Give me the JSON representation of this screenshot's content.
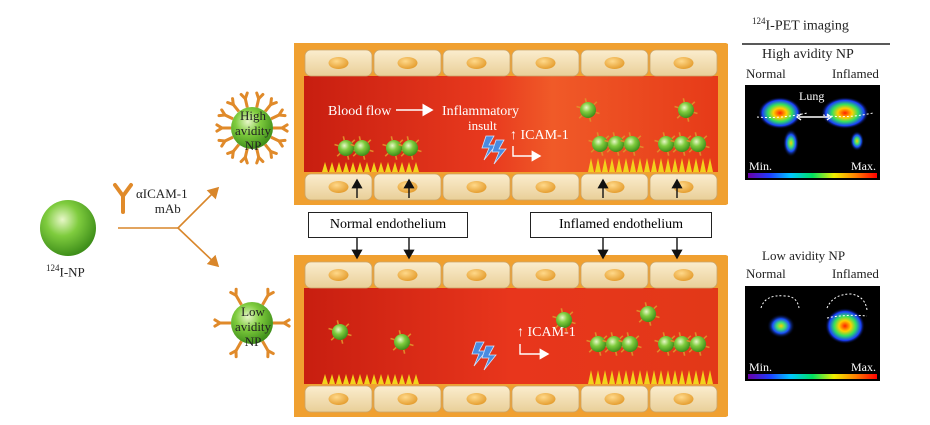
{
  "np_source": {
    "sup": "124",
    "label": "I-NP"
  },
  "antibody": {
    "line1": "αICAM-1",
    "line2": "mAb"
  },
  "high_np": {
    "line1": "High",
    "line2": "avidity",
    "line3": "NP"
  },
  "low_np": {
    "line1": "Low",
    "line2": "avidity",
    "line3": "NP"
  },
  "vessel_top": {
    "blood_flow": "Blood flow",
    "inflammatory": "Inflammatory",
    "insult": "insult",
    "icam": "ICAM-1"
  },
  "vessel_bottom": {
    "icam": "ICAM-1"
  },
  "normal_endothelium": "Normal endothelium",
  "inflamed_endothelium": "Inflamed endothelium",
  "pet": {
    "title_sup": "124",
    "title": "I-PET imaging",
    "high_label": "High avidity NP",
    "low_label": "Low avidity NP",
    "normal": "Normal",
    "inflamed": "Inflamed",
    "lung": "Lung",
    "min": "Min.",
    "max": "Max."
  },
  "colors": {
    "vessel_orange": "#f0a030",
    "blood_red": "#e8321e",
    "cell_tan": "#f2dcae",
    "np_green": "#6bbf3a",
    "antibody_orange": "#e08a2a",
    "icam_yellow": "#f2d21c"
  }
}
